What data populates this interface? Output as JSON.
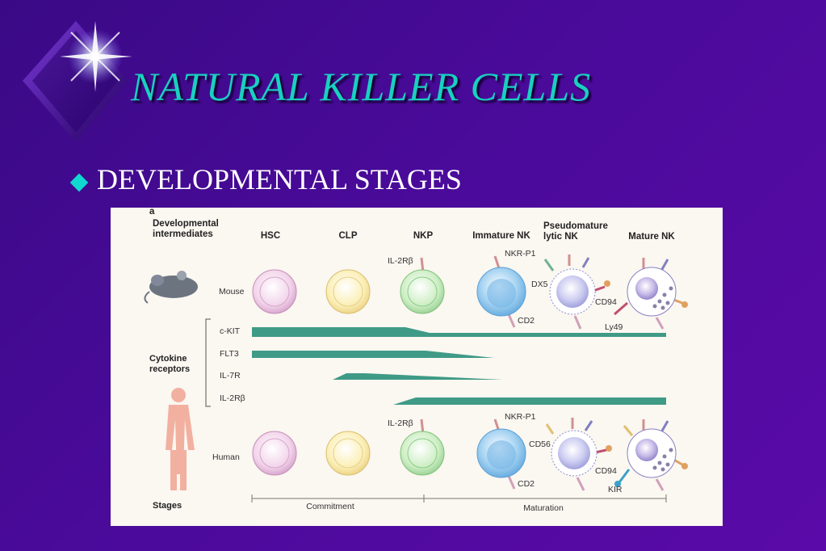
{
  "slide": {
    "title": "NATURAL KILLER CELLS",
    "bullet": "DEVELOPMENTAL STAGES"
  },
  "colors": {
    "background": "#4a0a9a",
    "title": "#19d0c0",
    "bar": "#3f9a86"
  },
  "figure": {
    "panel_letter": "a",
    "row_header_line1": "Developmental",
    "row_header_line2": "intermediates",
    "stages": [
      {
        "label": "HSC"
      },
      {
        "label": "CLP"
      },
      {
        "label": "NKP"
      },
      {
        "label": "Immature NK"
      },
      {
        "label_line1": "Pseudomature",
        "label_line2": "lytic NK"
      },
      {
        "label": "Mature NK"
      }
    ],
    "mouse_label": "Mouse",
    "human_label": "Human",
    "cytokine_line1": "Cytokine",
    "cytokine_line2": "receptors",
    "stages_label": "Stages",
    "receptors": [
      {
        "name": "c-KIT"
      },
      {
        "name": "FLT3"
      },
      {
        "name": "IL-7R"
      },
      {
        "name": "IL-2Rβ"
      }
    ],
    "mouse_markers": {
      "il2rb": "IL-2Rβ",
      "nkrp1": "NKR-P1",
      "cd2": "CD2",
      "dx5": "DX5",
      "cd94": "CD94",
      "ly49": "Ly49"
    },
    "human_markers": {
      "il2rb": "IL-2Rβ",
      "nkrp1": "NKR-P1",
      "cd2": "CD2",
      "cd56": "CD56",
      "cd94": "CD94",
      "kir": "KIR"
    },
    "phases": {
      "commitment": "Commitment",
      "maturation": "Maturation"
    }
  }
}
